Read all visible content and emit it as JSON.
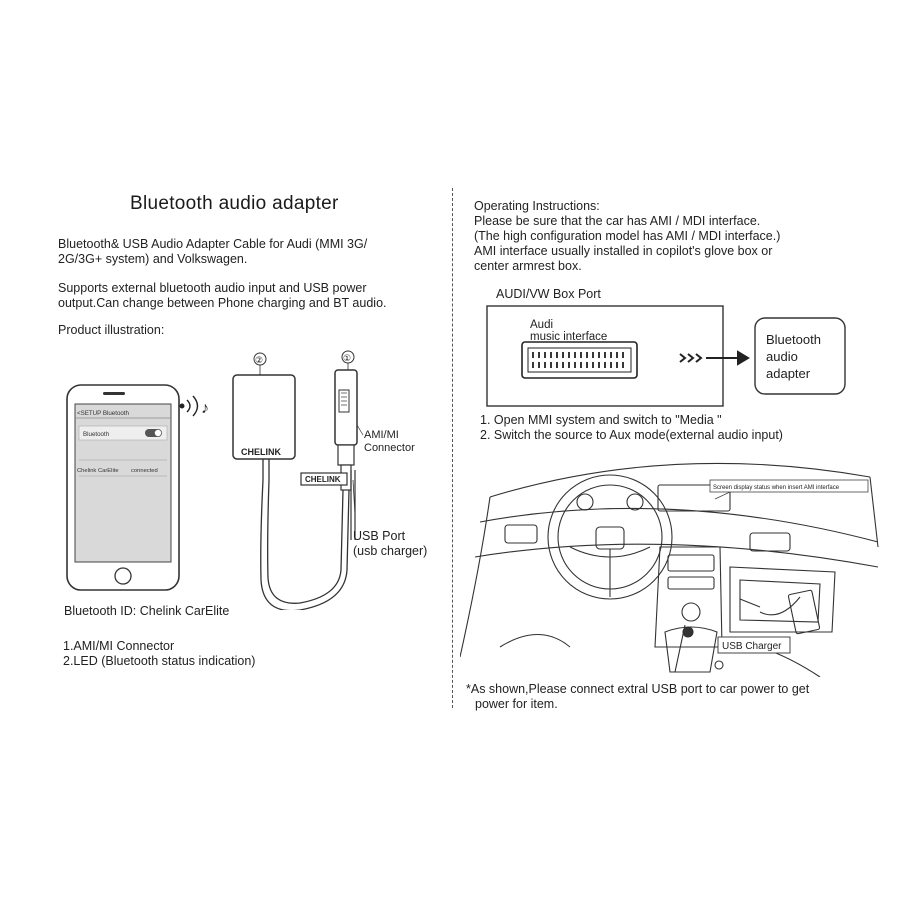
{
  "left": {
    "title": "Bluetooth audio adapter",
    "desc1_line1": "Bluetooth& USB Audio Adapter Cable for Audi (MMI 3G/",
    "desc1_line2": "2G/3G+ system) and Volkswagen.",
    "desc2_line1": "Supports external bluetooth audio input and USB power",
    "desc2_line2": "output.Can change between Phone charging and BT audio.",
    "illustration_heading": "Product illustration:",
    "phone": {
      "header": "<SETUP  Bluetooth",
      "toggle_label": "Bluetooth",
      "device_name": "Chelink CarElite",
      "device_status": "connected"
    },
    "device": {
      "brand": "CHELINK",
      "label_marker_1": "①",
      "label_marker_2": "②",
      "connector_label_line1": "AMI/MI",
      "connector_label_line2": "Connector",
      "usb_label_line1": "USB Port",
      "usb_label_line2": "(usb charger)"
    },
    "bluetooth_id": "Bluetooth ID: Chelink CarElite",
    "legend_1": "1.AMI/MI Connector",
    "legend_2": "2.LED (Bluetooth status indication)"
  },
  "right": {
    "op_line1": "Operating Instructions:",
    "op_line2": "Please be sure that the car has AMI / MDI interface.",
    "op_line3": "(The high configuration model has AMI / MDI interface.)",
    "op_line4": "AMI interface usually installed in copilot's glove box or",
    "op_line5": "center armrest box.",
    "box_port_heading": "AUDI/VW Box Port",
    "port_label_line1": "Audi",
    "port_label_line2": "music interface",
    "adapter_line1": "Bluetooth",
    "adapter_line2": "audio",
    "adapter_line3": "adapter",
    "step1": "1. Open MMI system and switch to \"Media \"",
    "step2": "2. Switch the source to Aux mode(external audio input)",
    "screen_note": "Screen display status when insert AMI interface",
    "usb_charger_label": "USB Charger",
    "footnote_line1": "*As shown,Please connect extral USB port to car power to get",
    "footnote_line2": "power for item."
  },
  "colors": {
    "ink": "#1a1a1a",
    "line": "#333333",
    "phone_screen": "#d9d9d9"
  }
}
